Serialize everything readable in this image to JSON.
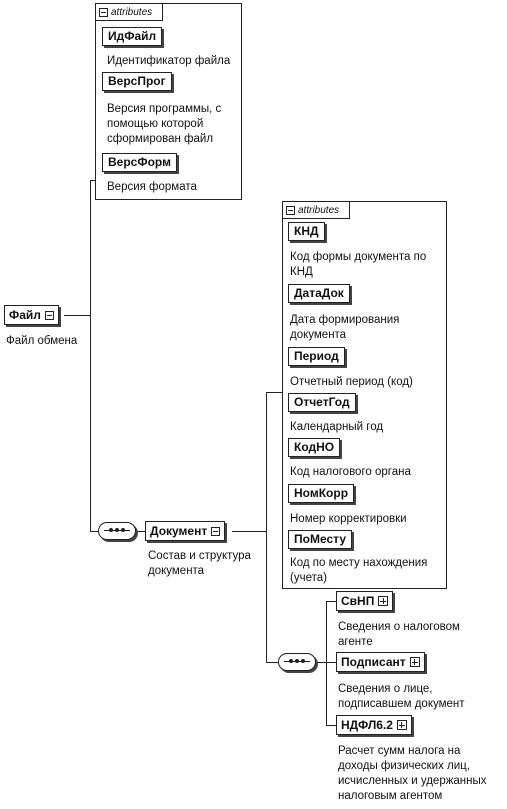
{
  "root": {
    "label": "Файл",
    "desc": "Файл обмена"
  },
  "file_attributes": {
    "tab": "attributes",
    "items": [
      {
        "name": "ИдФайл",
        "desc": "Идентификатор файла"
      },
      {
        "name": "ВерсПрог",
        "desc": "Версия программы, с помощью которой сформирован файл"
      },
      {
        "name": "ВерсФорм",
        "desc": "Версия формата"
      }
    ]
  },
  "document": {
    "label": "Документ",
    "desc": "Состав и структура документа"
  },
  "document_attributes": {
    "tab": "attributes",
    "items": [
      {
        "name": "КНД",
        "desc": "Код формы документа по КНД"
      },
      {
        "name": "ДатаДок",
        "desc": "Дата формирования документа"
      },
      {
        "name": "Период",
        "desc": "Отчетный период (код)"
      },
      {
        "name": "ОтчетГод",
        "desc": "Календарный год"
      },
      {
        "name": "КодНО",
        "desc": "Код налогового органа"
      },
      {
        "name": "НомКорр",
        "desc": "Номер корректировки"
      },
      {
        "name": "ПоМесту",
        "desc": "Код по месту нахождения (учета)"
      }
    ]
  },
  "children": [
    {
      "name": "СвНП",
      "desc": "Сведения о налоговом агенте"
    },
    {
      "name": "Подписант",
      "desc": "Сведения о лице, подписавшем документ"
    },
    {
      "name": "НДФЛ6.2",
      "desc": "Расчет сумм налога на доходы физических лиц, исчисленных и удержанных налоговым агентом"
    }
  ]
}
